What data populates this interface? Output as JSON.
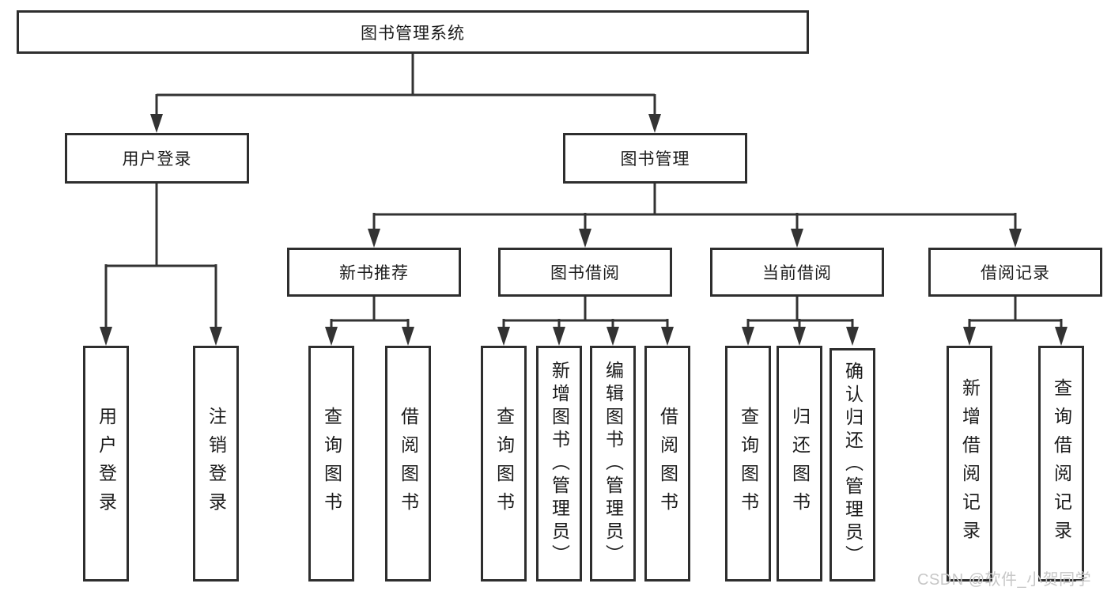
{
  "diagram": {
    "type": "hierarchy-flowchart",
    "title": "图书管理系统",
    "nodes": {
      "root": {
        "label": "图书管理系统"
      },
      "user_login": {
        "label": "用户登录"
      },
      "book_mgmt": {
        "label": "图书管理"
      },
      "user_login_leaf": {
        "label": "用户登录"
      },
      "logout_leaf": {
        "label": "注销登录"
      },
      "new_book_rec": {
        "label": "新书推荐"
      },
      "book_borrow": {
        "label": "图书借阅"
      },
      "current_borrow": {
        "label": "当前借阅"
      },
      "borrow_records": {
        "label": "借阅记录"
      },
      "rec_query_books": {
        "label": "查询图书"
      },
      "rec_borrow_books": {
        "label": "借阅图书"
      },
      "bb_query_books": {
        "label": "查询图书"
      },
      "bb_add_books": {
        "label": "新增图书（管理员）"
      },
      "bb_edit_books": {
        "label": "编辑图书（管理员）"
      },
      "bb_borrow_books": {
        "label": "借阅图书"
      },
      "cb_query_books": {
        "label": "查询图书"
      },
      "cb_return_books": {
        "label": "归还图书"
      },
      "cb_confirm_return": {
        "label": "确认归还（管理员）"
      },
      "br_add_record": {
        "label": "新增借阅记录"
      },
      "br_query_record": {
        "label": "查询借阅记录"
      }
    },
    "hierarchy": {
      "root": [
        "user_login",
        "book_mgmt"
      ],
      "user_login": [
        "user_login_leaf",
        "logout_leaf"
      ],
      "book_mgmt": [
        "new_book_rec",
        "book_borrow",
        "current_borrow",
        "borrow_records"
      ],
      "new_book_rec": [
        "rec_query_books",
        "rec_borrow_books"
      ],
      "book_borrow": [
        "bb_query_books",
        "bb_add_books",
        "bb_edit_books",
        "bb_borrow_books"
      ],
      "current_borrow": [
        "cb_query_books",
        "cb_return_books",
        "cb_confirm_return"
      ],
      "borrow_records": [
        "br_add_record",
        "br_query_record"
      ]
    }
  },
  "watermark": {
    "text": "CSDN @软件_小贺同学"
  },
  "colors": {
    "line": "#333333",
    "box_border": "#2e2e2e",
    "text": "#1c1c1c",
    "background": "#ffffff",
    "watermark": "#c7c7c7"
  }
}
